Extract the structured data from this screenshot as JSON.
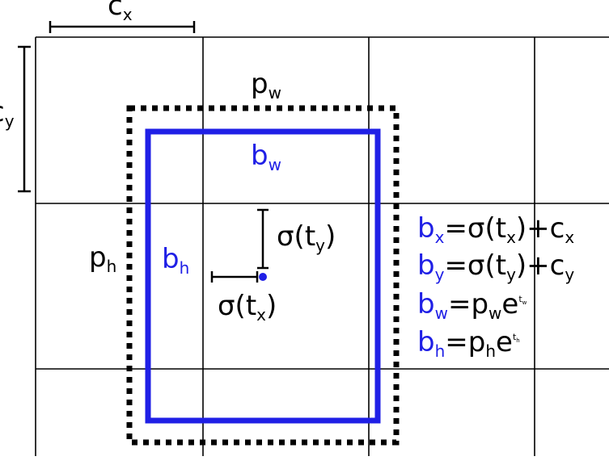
{
  "colors": {
    "ink": "#000000",
    "accent": "#1f1fe6",
    "background": "#ffffff"
  },
  "cell_offset_x": {
    "base": "c",
    "sub": "x"
  },
  "cell_offset_y": {
    "base": "c",
    "sub": "y"
  },
  "prior_width": {
    "base": "p",
    "sub": "w"
  },
  "prior_height": {
    "base": "p",
    "sub": "h"
  },
  "box_width": {
    "base": "b",
    "sub": "w"
  },
  "box_height": {
    "base": "b",
    "sub": "h"
  },
  "offset_y": {
    "pre": "σ(t",
    "sub": "y",
    "post": ")"
  },
  "offset_x": {
    "pre": "σ(t",
    "sub": "x",
    "post": ")"
  },
  "equations": [
    {
      "lhs": "b",
      "lhs_sub": "x",
      "eq": "=σ(t",
      "t_sub": "x",
      "mid": ")+c",
      "c_sub": "x"
    },
    {
      "lhs": "b",
      "lhs_sub": "y",
      "eq": "=σ(t",
      "t_sub": "y",
      "mid": ")+c",
      "c_sub": "y"
    },
    {
      "lhs": "b",
      "lhs_sub": "w",
      "eq": "=p",
      "p_sub": "w",
      "e": "e",
      "sup": "t",
      "sup_sub": "w"
    },
    {
      "lhs": "b",
      "lhs_sub": "h",
      "eq": "=p",
      "p_sub": "h",
      "e": "e",
      "sup": "t",
      "sup_sub": "h"
    }
  ]
}
